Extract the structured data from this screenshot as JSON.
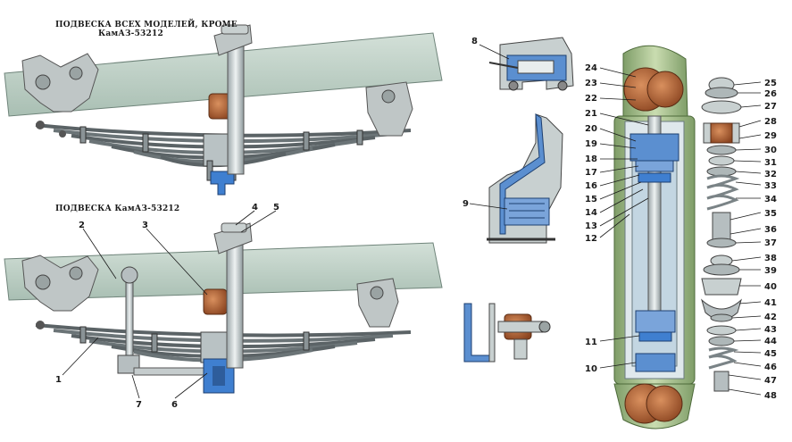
{
  "captions": {
    "top_line1": "ПОДВЕСКА ВСЕХ МОДЕЛЕЙ, КРОМЕ",
    "top_line2": "КамАЗ-53212",
    "middle": "ПОДВЕСКА КамАЗ-53212"
  },
  "callouts": [
    "1",
    "2",
    "3",
    "4",
    "5",
    "6",
    "7",
    "8",
    "9",
    "10",
    "11",
    "12",
    "13",
    "14",
    "15",
    "16",
    "17",
    "18",
    "19",
    "20",
    "21",
    "22",
    "23",
    "24",
    "25",
    "26",
    "27",
    "28",
    "29",
    "30",
    "31",
    "32",
    "33",
    "34",
    "35",
    "36",
    "37",
    "38",
    "39",
    "40",
    "41",
    "42",
    "43",
    "44",
    "45",
    "46",
    "47",
    "48"
  ],
  "colors": {
    "frame": "#bcd0c4",
    "metal": "#c8cfcf",
    "rubber": "#b5663a",
    "section_blue": "#5b8fd0",
    "shock_body": "#a9c48c"
  }
}
